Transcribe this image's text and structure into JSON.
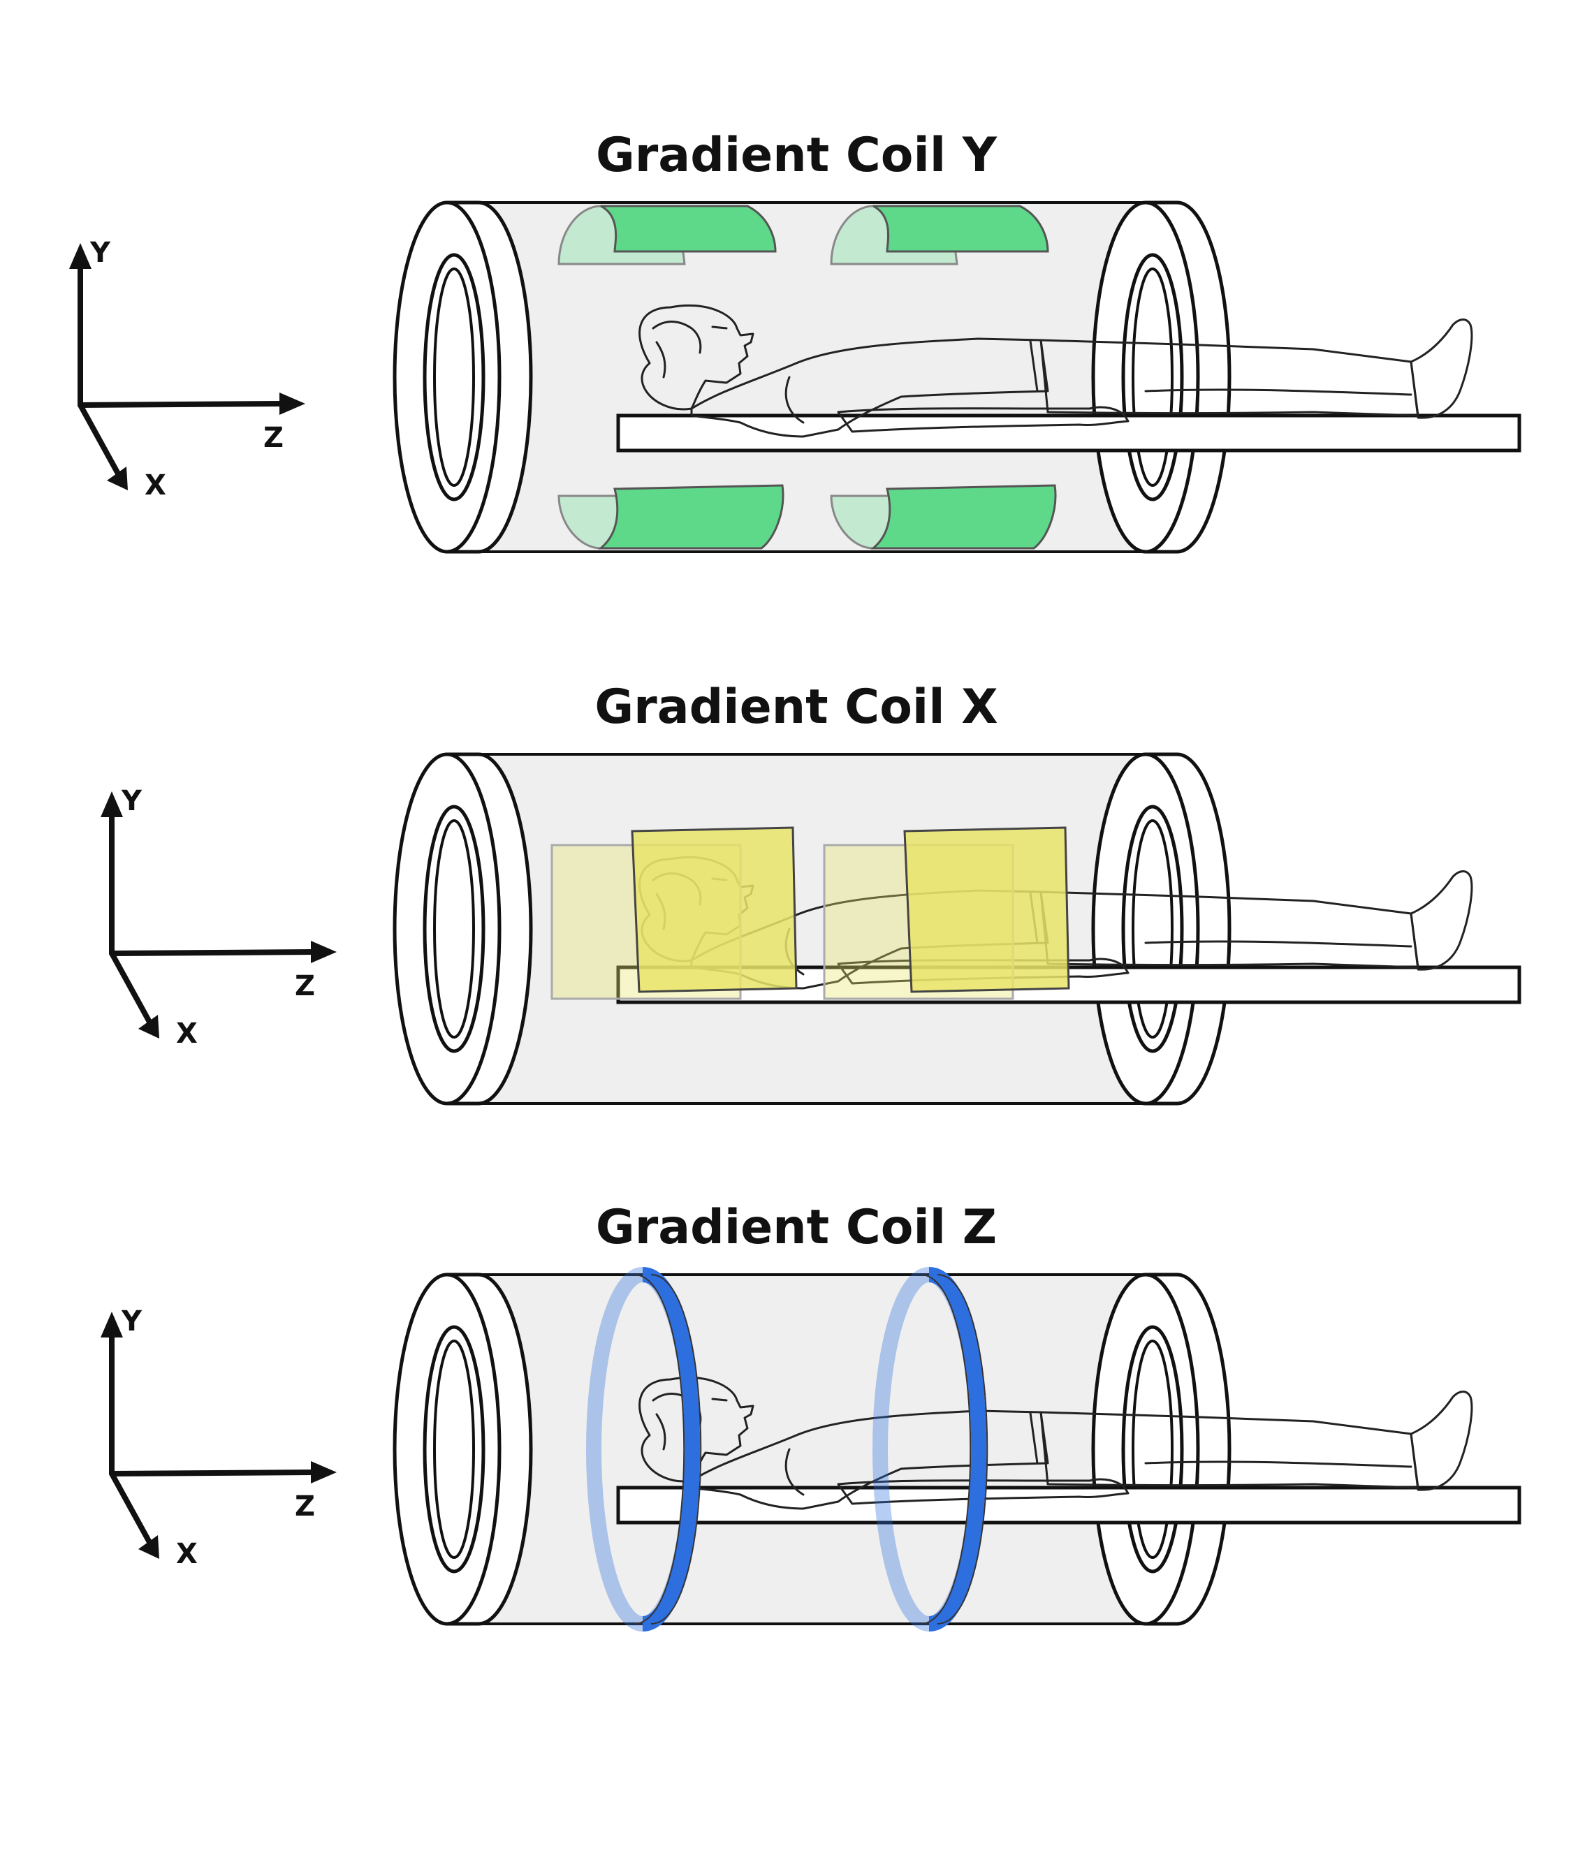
{
  "panels": [
    {
      "title": "Gradient Coil Y",
      "coil_type": "saddle-y",
      "coil_color": "#5ED98A",
      "axes": {
        "y": "Y",
        "z": "Z",
        "x": "X"
      }
    },
    {
      "title": "Gradient Coil X",
      "coil_type": "saddle-x",
      "coil_color": "#E9E46A",
      "axes": {
        "y": "Y",
        "z": "Z",
        "x": "X"
      }
    },
    {
      "title": "Gradient Coil Z",
      "coil_type": "maxwell-pair",
      "coil_color": "#2E6FE0",
      "axes": {
        "y": "Y",
        "z": "Z",
        "x": "X"
      }
    }
  ],
  "colors": {
    "bore_fill": "#EFEFEF",
    "outline": "#111111",
    "background": "#FFFFFF"
  },
  "icons": [
    "axes-icon",
    "mri-bore-icon",
    "patient-icon",
    "table-icon"
  ]
}
